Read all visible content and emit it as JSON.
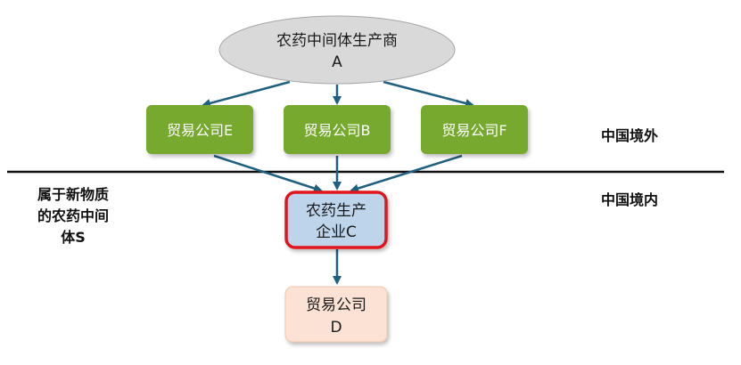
{
  "nodes": {
    "producer": {
      "line1": "农药中间体生产商",
      "line2": "A"
    },
    "trade_e": {
      "label": "贸易公司E"
    },
    "trade_b": {
      "label": "贸易公司B"
    },
    "trade_f": {
      "label": "贸易公司F"
    },
    "manufacturer": {
      "line1": "农药生产",
      "line2": "企业C"
    },
    "trade_d": {
      "line1": "贸易公司",
      "line2": "D"
    }
  },
  "regions": {
    "outside": "中国境外",
    "inside": "中国境内"
  },
  "note": {
    "line1": "属于新物质",
    "line2": "的农药中间",
    "line3": "体S"
  },
  "colors": {
    "producer_fill": "#d9d9d9",
    "trade_fill": "#77a92e",
    "manufacturer_fill": "#bdd4ea",
    "manufacturer_border": "#e0141e",
    "trade_d_fill": "#fbe2d5",
    "arrow": "#1f5f7f",
    "divider": "#111111"
  }
}
